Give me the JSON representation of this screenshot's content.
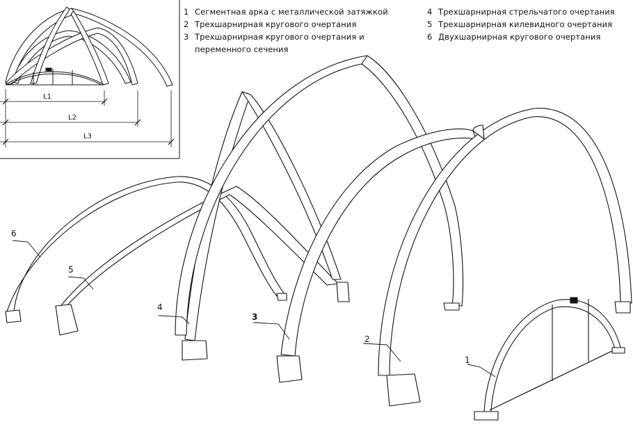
{
  "legend": {
    "left": [
      {
        "num": "1",
        "text": "Сегментная арка с металлической затяжкой"
      },
      {
        "num": "2",
        "text": "Трехшарнирная кругового   очертания"
      },
      {
        "num": "3",
        "text": "Трехшарнирная кругового очертания и"
      }
    ],
    "left_continuation": "переменного сечения",
    "right": [
      {
        "num": "4",
        "text": "Трехшарнирная стрельчатого очертания"
      },
      {
        "num": "5",
        "text": "Трехшарнирная килевидного очертания"
      },
      {
        "num": "6",
        "text": "Двухшарнирная кругового очертания"
      }
    ]
  },
  "inset": {
    "span_labels": [
      "L1",
      "L2",
      "L3"
    ]
  },
  "callouts": [
    "1",
    "2",
    "3",
    "4",
    "5",
    "6"
  ]
}
